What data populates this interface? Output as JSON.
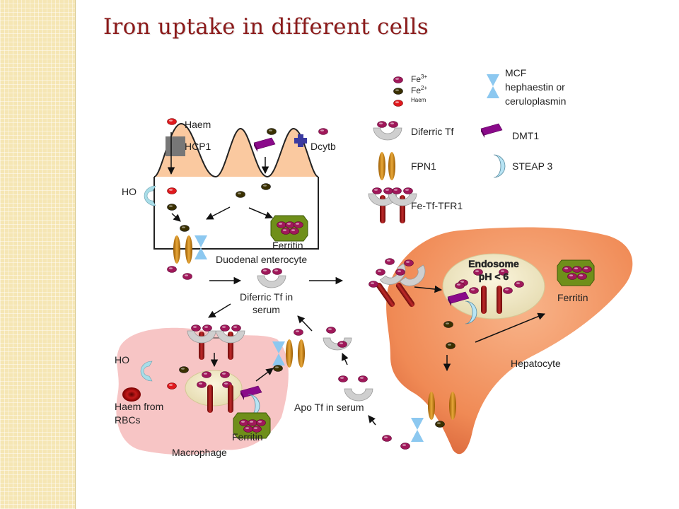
{
  "title": "Iron uptake in different cells",
  "legend": {
    "fe3": "Fe",
    "fe3_sup": "3+",
    "fe2": "Fe",
    "fe2_sup": "2+",
    "haem": "Haem",
    "mcf_line1": "MCF",
    "mcf_line2": "hephaestin or",
    "mcf_line3": "ceruloplasmin",
    "diferric_tf": "Diferric Tf",
    "dmt1": "DMT1",
    "fpn1": "FPN1",
    "steap3": "STEAP 3",
    "fe_tf_tfr1": "Fe-Tf-TFR1"
  },
  "enterocyte": {
    "haem": "Haem",
    "hcp1": "HCP1",
    "dcytb": "Dcytb",
    "ho": "HO",
    "ferritin": "Ferritin",
    "label": "Duodenal enterocyte"
  },
  "serum": {
    "diferric_line1": "Diferric Tf in",
    "diferric_line2": "serum",
    "apo": "Apo Tf in serum"
  },
  "macrophage": {
    "ho": "HO",
    "haem_line1": "Haem from",
    "haem_line2": "RBCs",
    "ferritin": "Ferritin",
    "label": "Macrophage"
  },
  "hepatocyte": {
    "endosome_line1": "Endosome",
    "endosome_line2": "pH < 6",
    "ferritin": "Ferritin",
    "label": "Hepatocyte"
  },
  "colors": {
    "title": "#8b1a1a",
    "fe3": "#a0185a",
    "fe2": "#3a3000",
    "haem": "#e0191e",
    "ferroportin": "#c8860a",
    "dmt1": "#8a0a8a",
    "mcf": "#8cc8f0",
    "ferritin": "#6f8f1a",
    "liver": "#f08a55",
    "macrophage": "#f7c5c5",
    "enterocyte": "#fac9a0"
  }
}
